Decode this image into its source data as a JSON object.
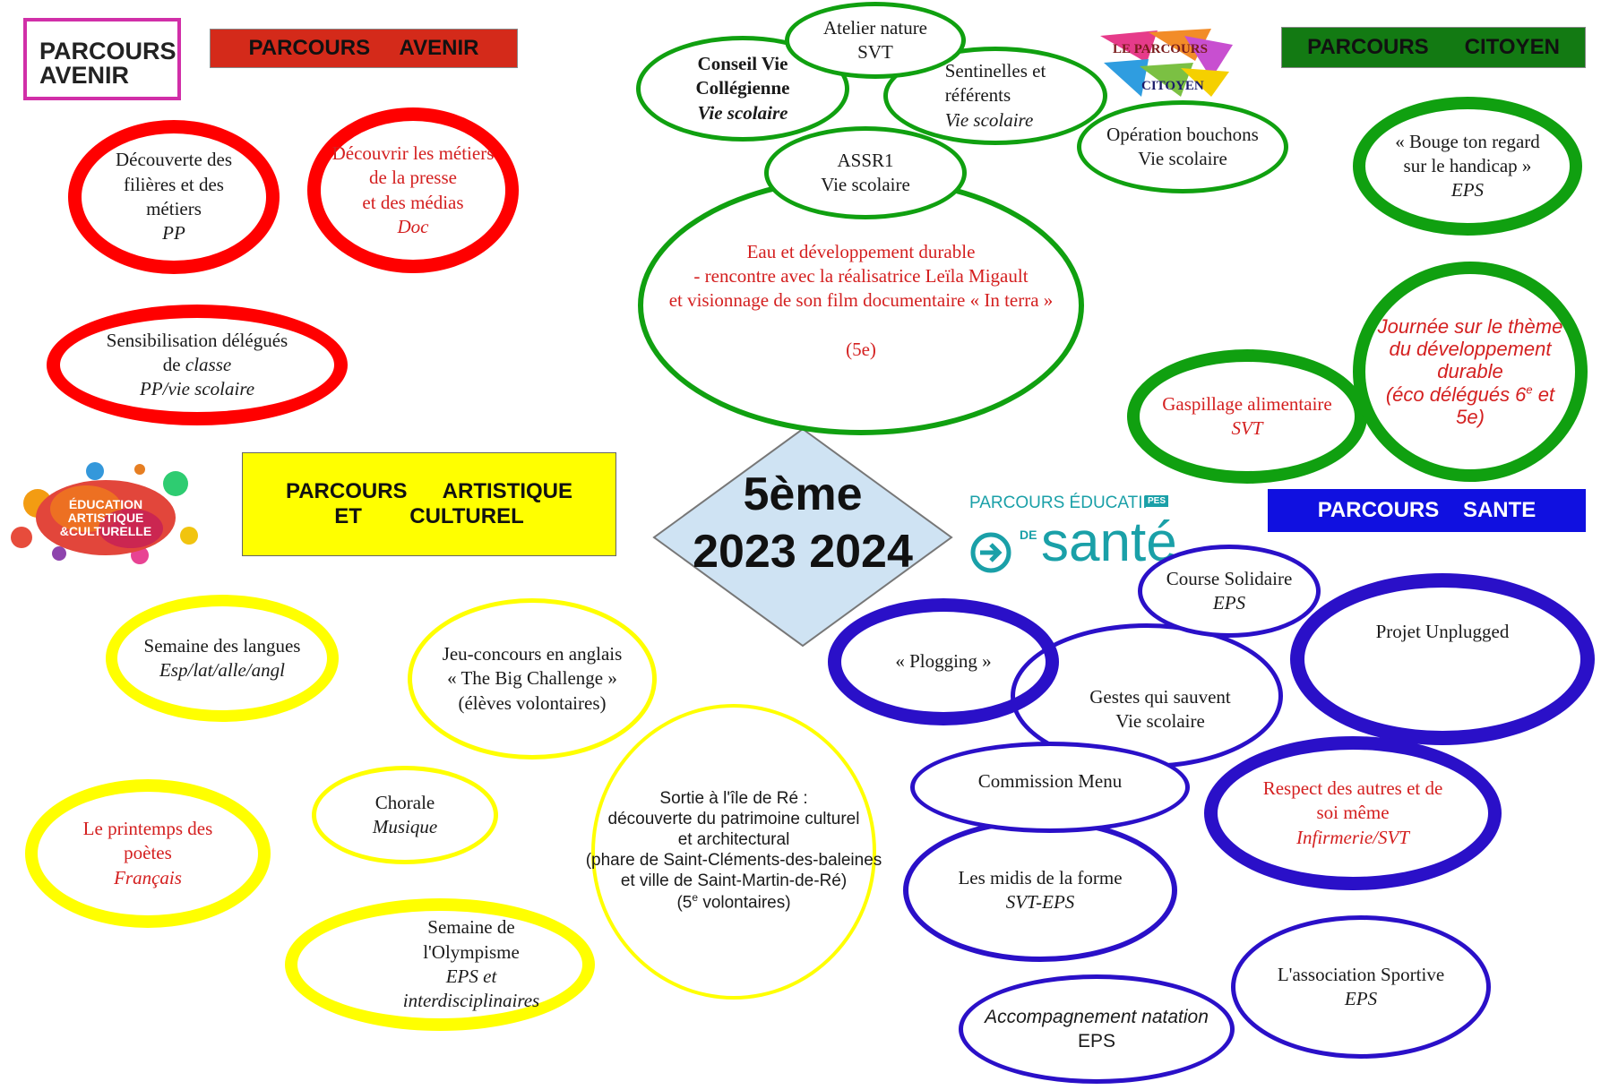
{
  "center": {
    "line1": "5ème",
    "line2": "2023 2024"
  },
  "banners": {
    "avenir": "PARCOURS     AVENIR",
    "citoyen": "PARCOURS      CITOYEN",
    "artistique_line1": "PARCOURS      ARTISTIQUE",
    "artistique_line2": "ET        CULTUREL",
    "sante": "PARCOURS    SANTE"
  },
  "logos": {
    "avenir_line1": "PARCOURS",
    "avenir_line2": "AVENIR",
    "citoyen_line1": "LE PARCOURS",
    "citoyen_line2": "CITOYEN",
    "eac_line1": "ÉDUCATION",
    "eac_line2": "ARTISTIQUE",
    "eac_line3": "&CULTURELLE",
    "sante_line1": "PARCOURS ÉDUCATIF",
    "sante_badge": "PES",
    "sante_de": "DE",
    "sante_word": "santé"
  },
  "avenir": {
    "decouverte": {
      "l1": "Découverte des",
      "l2": "filières et des",
      "l3": "métiers",
      "l4": "PP"
    },
    "metiers_presse": {
      "l1": "Découvrir les métiers",
      "l2": "de la presse",
      "l3": "et des médias",
      "l4": "Doc"
    },
    "delegues": {
      "l1": "Sensibilisation délégués",
      "l2a": "de ",
      "l2b": "classe",
      "l3": "PP/vie scolaire"
    }
  },
  "citoyen": {
    "atelier": {
      "l1": "Atelier nature",
      "l2": "SVT"
    },
    "conseil": {
      "l1": "Conseil Vie",
      "l2": "Collégienne",
      "l3": "Vie scolaire"
    },
    "sentinelles": {
      "l1": "Sentinelles et",
      "l2": "référents",
      "l3": "Vie scolaire"
    },
    "assr": {
      "l1": "ASSR1",
      "l2": "Vie scolaire"
    },
    "eau": {
      "l1": "Eau et développement durable",
      "l2": "- rencontre avec la réalisatrice Leïla Migault",
      "l3": "et visionnage de son film documentaire « In terra »",
      "l4": "(5e)"
    },
    "bouchons": {
      "l1": "Opération bouchons",
      "l2": "Vie scolaire"
    },
    "handicap": {
      "l1": "« Bouge ton regard",
      "l2": "sur le handicap »",
      "l3": "EPS"
    },
    "gaspillage": {
      "l1": "Gaspillage alimentaire",
      "l2": "SVT"
    },
    "journee": {
      "l1": "Journée sur le thème",
      "l2": "du développement",
      "l3": "durable",
      "l4a": "(éco délégués 6",
      "l4sup": "e",
      "l4b": " et",
      "l5": "5e)"
    }
  },
  "artistique": {
    "langues": {
      "l1": "Semaine des langues",
      "l2": "Esp/lat/alle/angl"
    },
    "concours": {
      "l1": "Jeu-concours en anglais",
      "l2": "« The Big Challenge »",
      "l3": "(élèves volontaires)"
    },
    "chorale": {
      "l1": "Chorale",
      "l2": "Musique"
    },
    "printemps": {
      "l1": "Le printemps des",
      "l2": "poètes",
      "l3": "Français"
    },
    "olympisme": {
      "l1": "Semaine de",
      "l2": "l'Olympisme",
      "l3": "EPS et",
      "l4": "interdisciplinaires"
    },
    "re": {
      "l1": "Sortie à l'île de Ré :",
      "l2": "découverte du patrimoine culturel",
      "l3": "et architectural",
      "l4": "(phare de Saint-Cléments-des-baleines",
      "l5": "et ville de Saint-Martin-de-Ré)",
      "l6a": "(5",
      "l6sup": "e",
      "l6b": " volontaires)"
    }
  },
  "sante": {
    "course": {
      "l1": "Course Solidaire",
      "l2": "EPS"
    },
    "plogging": {
      "l1": "« Plogging »"
    },
    "gestes": {
      "l1": "Gestes qui sauvent",
      "l2": "Vie scolaire"
    },
    "unplugged": {
      "l1": "Projet Unplugged"
    },
    "menu": {
      "l1": "Commission Menu"
    },
    "respect": {
      "l1": "Respect des autres et de",
      "l2": "soi même",
      "l3": "Infirmerie/SVT"
    },
    "midis": {
      "l1": "Les midis de la forme",
      "l2": "SVT-EPS"
    },
    "natation": {
      "l1": "Accompagnement natation",
      "l2": "EPS"
    },
    "as": {
      "l1": "L'association Sportive",
      "l2": "EPS"
    }
  }
}
